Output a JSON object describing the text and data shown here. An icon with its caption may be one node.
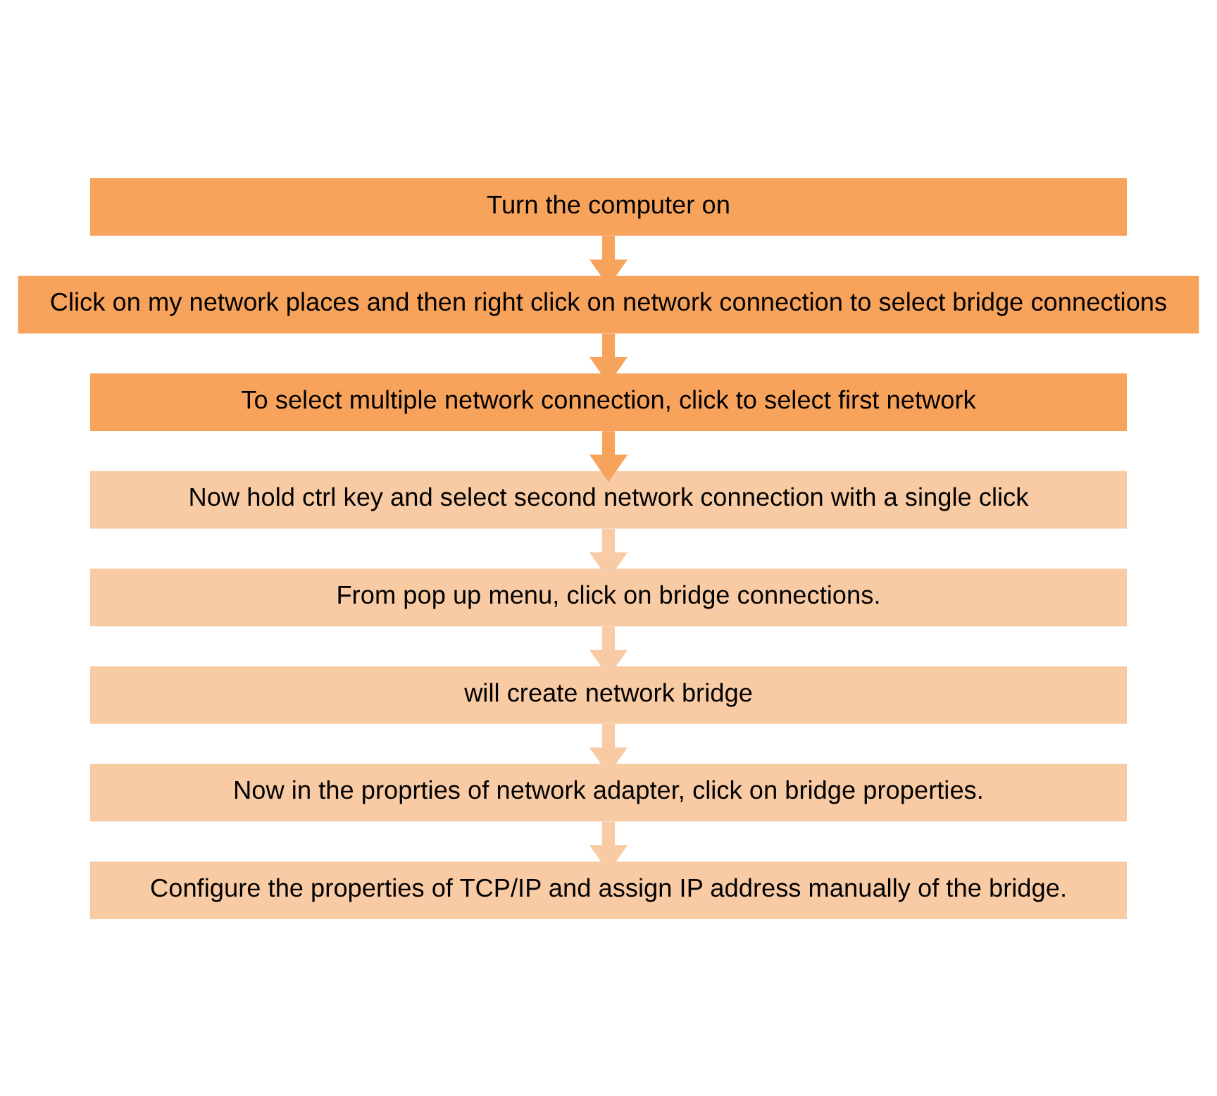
{
  "diagram": {
    "nodes": [
      {
        "text": [
          "Turn the computer on"
        ]
      },
      {
        "text": [
          "Click on my network places and then right click on network connection to select bridge connections"
        ]
      },
      {
        "text": [
          "To select multiple network connection, click to select first network"
        ]
      },
      {
        "text": [
          "Now hold ctrl key and select second network connection with a single click"
        ]
      },
      {
        "text": [
          "From pop up menu, click on bridge connections."
        ]
      },
      {
        "text": [
          "will create network bridge"
        ]
      },
      {
        "text": [
          "Now in the proprties of network adapter, click on bridge properties."
        ]
      },
      {
        "text": [
          "Configure the properties of TCP/IP and assign IP address manually of the bridge."
        ]
      }
    ],
    "edges": [
      {
        "from": 0,
        "to": 1,
        "arrow": "to",
        "color": "#f7a35c"
      },
      {
        "from": 1,
        "to": 2,
        "arrow": "to",
        "color": "#f7a35c"
      },
      {
        "from": 2,
        "to": 3,
        "arrow": "to",
        "color": "#f7a35c"
      },
      {
        "from": 3,
        "to": 4,
        "arrow": "to"
      },
      {
        "from": 4,
        "to": 5,
        "arrow": "to"
      },
      {
        "from": 5,
        "to": 6,
        "arrow": "to"
      },
      {
        "from": 6,
        "to": 7,
        "arrow": "to"
      }
    ]
  }
}
